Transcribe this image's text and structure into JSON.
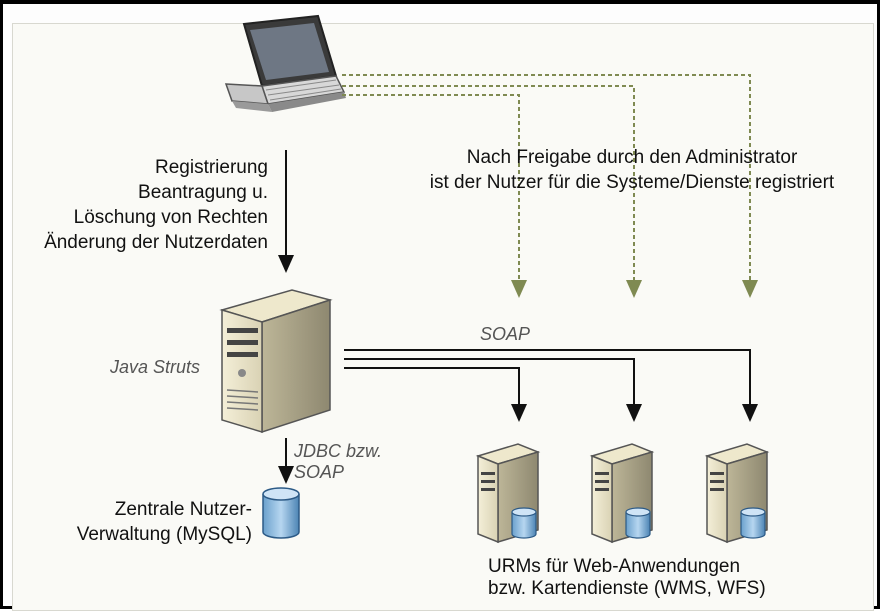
{
  "registration": [
    "Registrierung",
    "Beantragung u.",
    "Löschung von Rechten",
    "Änderung der Nutzerdaten"
  ],
  "admin_note": [
    "Nach Freigabe durch den Administrator",
    "ist der Nutzer für die Systeme/Dienste registriert"
  ],
  "soap_label": "SOAP",
  "server_label": "Java Struts",
  "jdbc_label": [
    "JDBC bzw.",
    "SOAP"
  ],
  "db_label": [
    "Zentrale Nutzer-",
    "Verwaltung (MySQL)"
  ],
  "urm_label": [
    "URMs für Web-Anwendungen",
    "bzw. Kartendienste (WMS, WFS)"
  ],
  "icons": [
    "laptop-icon",
    "server-icon",
    "database-icon",
    "urm-server-icon"
  ]
}
